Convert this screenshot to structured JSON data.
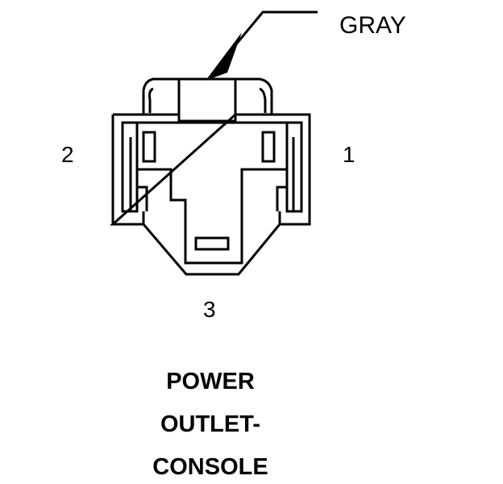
{
  "connector": {
    "wire_color": "GRAY",
    "pins": {
      "pin1": "1",
      "pin2": "2",
      "pin3": "3"
    },
    "title_lines": [
      "POWER",
      "OUTLET-",
      "CONSOLE"
    ]
  },
  "colors": {
    "line": "#000000",
    "background": "#ffffff"
  }
}
